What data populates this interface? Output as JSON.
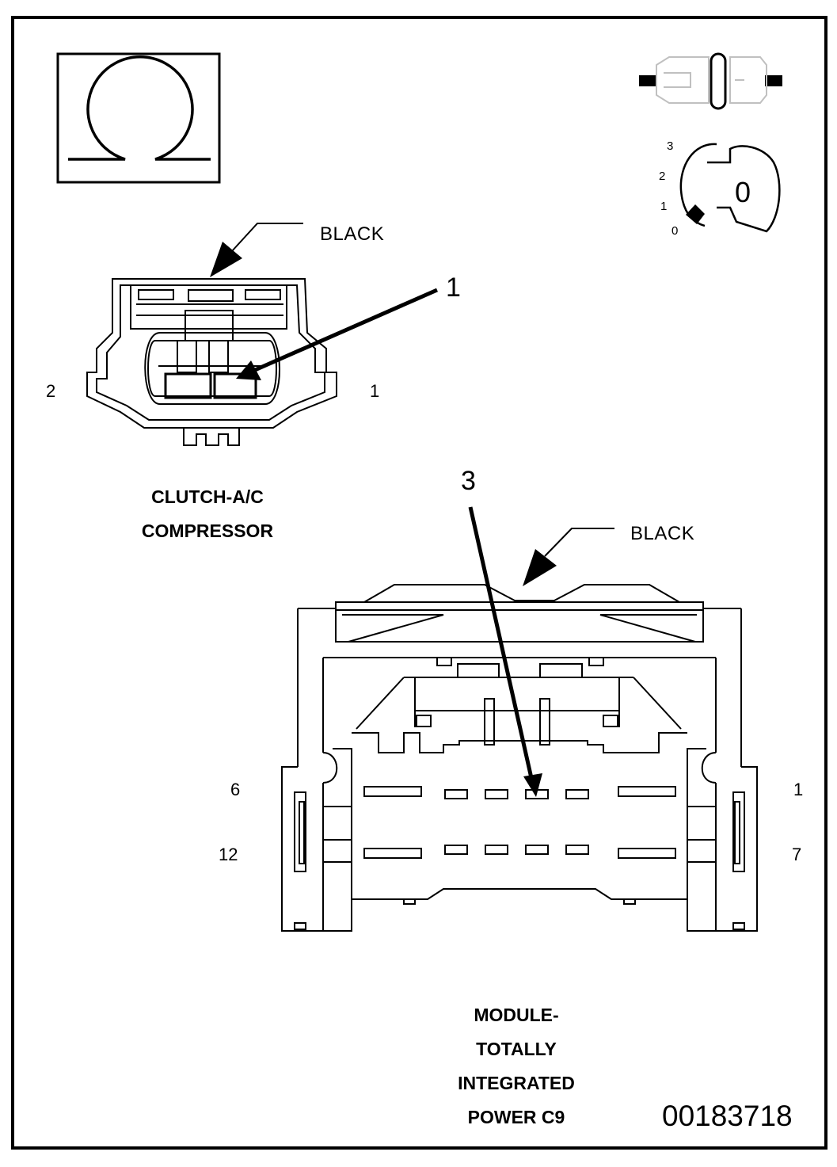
{
  "icons": {
    "ohmmeter": "ohm-symbol-icon",
    "connector_disconnect": "disconnected-connector-icon",
    "ignition": "ignition-key-icon"
  },
  "ignition": {
    "positions": [
      "3",
      "2",
      "1",
      "0"
    ],
    "key_label": "0"
  },
  "connector_clutch": {
    "color_label": "BLACK",
    "callout": "1",
    "pin_left": "2",
    "pin_right": "1",
    "title_line1": "CLUTCH-A/C",
    "title_line2": "COMPRESSOR"
  },
  "connector_module": {
    "color_label": "BLACK",
    "callout": "3",
    "pin_top_left": "6",
    "pin_bottom_left": "12",
    "pin_top_right": "1",
    "pin_bottom_right": "7",
    "title_line1": "MODULE-",
    "title_line2": "TOTALLY",
    "title_line3": "INTEGRATED",
    "title_line4": "POWER C9"
  },
  "figure_number": "00183718",
  "colors": {
    "line": "#000000",
    "faint": "#bfbfbf",
    "background": "#ffffff"
  }
}
